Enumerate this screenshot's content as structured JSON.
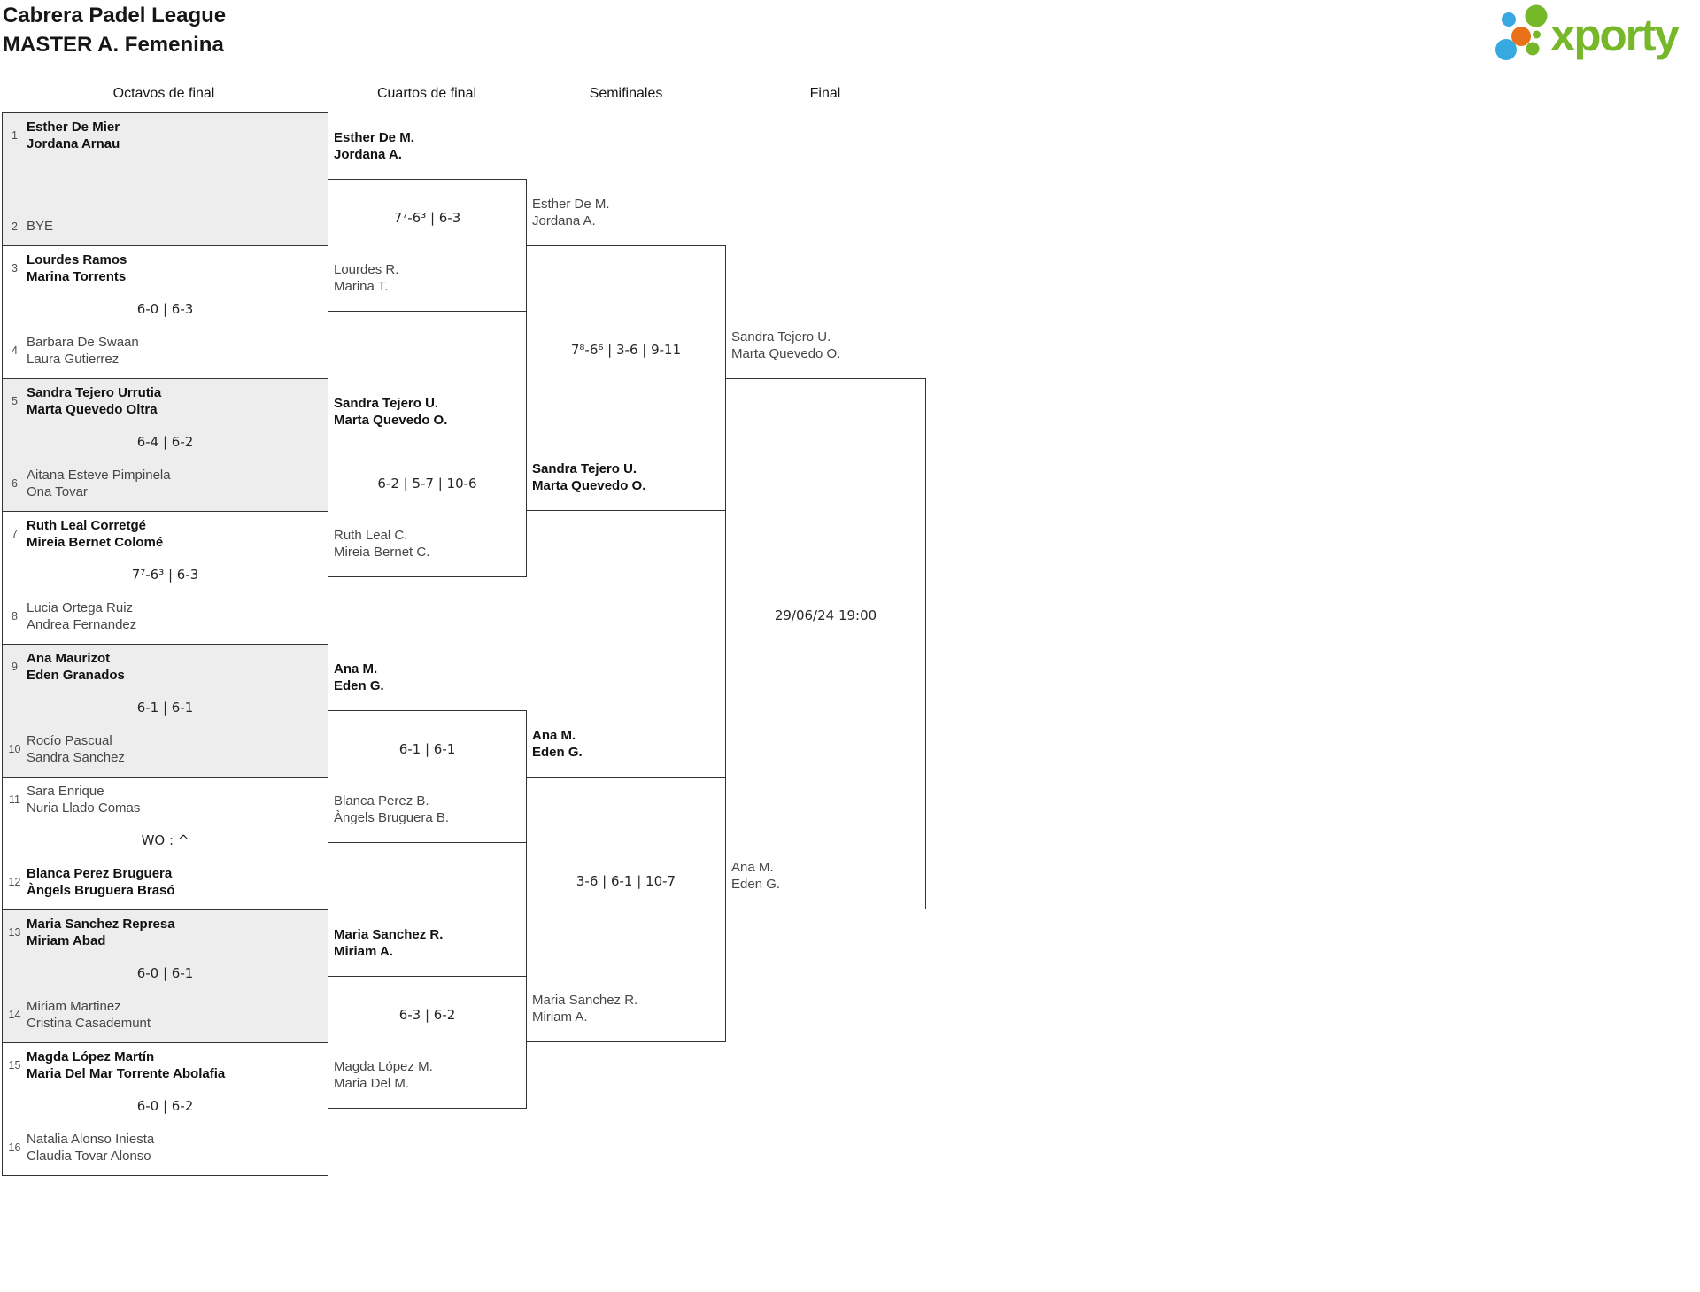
{
  "header": {
    "title_line1": "Cabrera Padel League",
    "title_line2": "MASTER A. Femenina"
  },
  "logo": {
    "text": "xporty",
    "colors": {
      "green": "#76B82A",
      "blue": "#36A9E1",
      "orange": "#E8711A"
    }
  },
  "rounds": [
    "Octavos de final",
    "Cuartos de final",
    "Semifinales",
    "Final"
  ],
  "bracket": {
    "r16": [
      {
        "seed_a": "1",
        "a": [
          "Esther De Mier",
          "Jordana Arnau"
        ],
        "a_bold": true,
        "score": "",
        "seed_b": "2",
        "b": [
          "BYE",
          ""
        ],
        "b_bold": false
      },
      {
        "seed_a": "3",
        "a": [
          "Lourdes Ramos",
          "Marina Torrents"
        ],
        "a_bold": true,
        "score": "6-0 | 6-3",
        "seed_b": "4",
        "b": [
          "Barbara De Swaan",
          "Laura Gutierrez"
        ],
        "b_bold": false
      },
      {
        "seed_a": "5",
        "a": [
          "Sandra Tejero Urrutia",
          "Marta Quevedo Oltra"
        ],
        "a_bold": true,
        "score": "6-4 | 6-2",
        "seed_b": "6",
        "b": [
          "Aitana Esteve Pimpinela",
          "Ona Tovar"
        ],
        "b_bold": false
      },
      {
        "seed_a": "7",
        "a": [
          "Ruth Leal Corretgé",
          "Mireia Bernet Colomé"
        ],
        "a_bold": true,
        "score": "7⁷-6³ | 6-3",
        "seed_b": "8",
        "b": [
          "Lucia Ortega Ruiz",
          "Andrea Fernandez"
        ],
        "b_bold": false
      },
      {
        "seed_a": "9",
        "a": [
          "Ana Maurizot",
          "Eden Granados"
        ],
        "a_bold": true,
        "score": "6-1 | 6-1",
        "seed_b": "10",
        "b": [
          "Rocío Pascual",
          "Sandra Sanchez"
        ],
        "b_bold": false
      },
      {
        "seed_a": "11",
        "a": [
          "Sara Enrique",
          "Nuria Llado Comas"
        ],
        "a_bold": false,
        "score": "WO : ^",
        "seed_b": "12",
        "b": [
          "Blanca Perez Bruguera",
          "Àngels Bruguera Brasó"
        ],
        "b_bold": true
      },
      {
        "seed_a": "13",
        "a": [
          "Maria Sanchez Represa",
          "Miriam Abad"
        ],
        "a_bold": true,
        "score": "6-0 | 6-1",
        "seed_b": "14",
        "b": [
          "Miriam Martinez",
          "Cristina Casademunt"
        ],
        "b_bold": false
      },
      {
        "seed_a": "15",
        "a": [
          "Magda López Martín",
          "Maria Del Mar Torrente Abolafia"
        ],
        "a_bold": true,
        "score": "6-0 | 6-2",
        "seed_b": "16",
        "b": [
          "Natalia Alonso Iniesta",
          "Claudia Tovar Alonso"
        ],
        "b_bold": false
      }
    ],
    "qf": [
      {
        "entrant": [
          "Esther De M.",
          "Jordana A."
        ],
        "entrant_bold": true,
        "score": "7⁷-6³ | 6-3",
        "opp": [
          "Lourdes R.",
          "Marina T."
        ],
        "opp_bold": false
      },
      {
        "entrant": [
          "Sandra Tejero U.",
          "Marta Quevedo O."
        ],
        "entrant_bold": true,
        "score": "6-2 | 5-7 | 10-6",
        "opp": [
          "Ruth Leal C.",
          "Mireia Bernet C."
        ],
        "opp_bold": false
      },
      {
        "entrant": [
          "Ana M.",
          "Eden G."
        ],
        "entrant_bold": true,
        "score": "6-1 | 6-1",
        "opp": [
          "Blanca Perez B.",
          "Àngels Bruguera B."
        ],
        "opp_bold": false
      },
      {
        "entrant": [
          "Maria Sanchez R.",
          "Miriam A."
        ],
        "entrant_bold": true,
        "score": "6-3 | 6-2",
        "opp": [
          "Magda López M.",
          "Maria Del M."
        ],
        "opp_bold": false
      }
    ],
    "sf": [
      {
        "entrant": [
          "Esther De M.",
          "Jordana A."
        ],
        "entrant_bold": false,
        "score": "7⁸-6⁶ | 3-6 | 9-11",
        "opp": [
          "Sandra Tejero U.",
          "Marta Quevedo O."
        ],
        "opp_bold": true
      },
      {
        "entrant": [
          "Ana M.",
          "Eden G."
        ],
        "entrant_bold": true,
        "score": "3-6 | 6-1 | 10-7",
        "opp": [
          "Maria Sanchez R.",
          "Miriam A."
        ],
        "opp_bold": false
      }
    ],
    "final": {
      "entrant": [
        "Sandra Tejero U.",
        "Marta Quevedo O."
      ],
      "entrant_bold": false,
      "date": "29/06/24 19:00",
      "opp": [
        "Ana M.",
        "Eden G."
      ],
      "opp_bold": false
    }
  }
}
